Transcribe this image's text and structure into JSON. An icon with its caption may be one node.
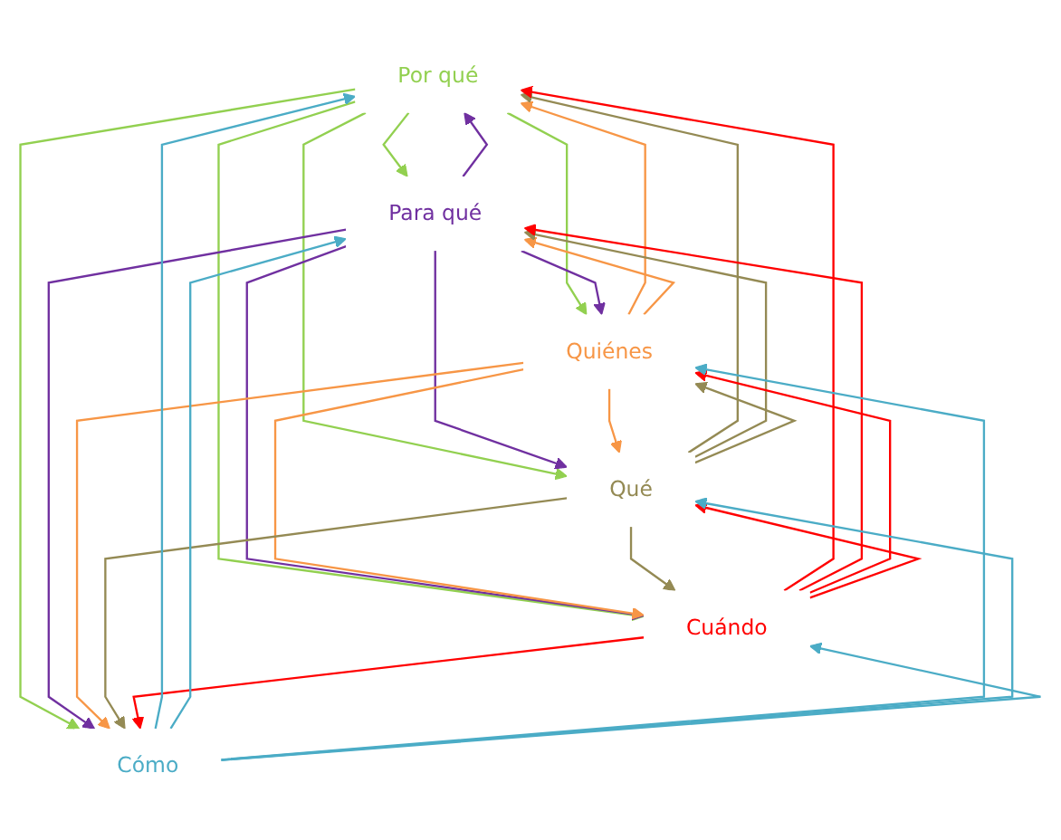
{
  "diagram": {
    "nodes": [
      {
        "text": [
          "Por qué"
        ]
      },
      {
        "text": [
          "Para qué"
        ]
      },
      {
        "text": [
          "Quiénes"
        ]
      },
      {
        "text": [
          "Qué"
        ]
      },
      {
        "text": [
          "Cuándo"
        ]
      },
      {
        "text": [
          "Cómo"
        ]
      }
    ],
    "edges": [
      {
        "from": 0,
        "to": 1,
        "arrow": "to",
        "color": "#92d050"
      },
      {
        "from": 0,
        "to": 2,
        "arrow": "to",
        "color": "#92d050"
      },
      {
        "from": 0,
        "to": 3,
        "arrow": "to",
        "color": "#92d050"
      },
      {
        "from": 0,
        "to": 4,
        "arrow": "to",
        "color": "#92d050"
      },
      {
        "from": 0,
        "to": 5,
        "arrow": "to",
        "color": "#92d050"
      },
      {
        "from": 1,
        "to": 0,
        "arrow": "to",
        "color": "#7030a0"
      },
      {
        "from": 1,
        "to": 2,
        "arrow": "to",
        "color": "#7030a0"
      },
      {
        "from": 1,
        "to": 3,
        "arrow": "to",
        "color": "#7030a0"
      },
      {
        "from": 1,
        "to": 4,
        "arrow": "to",
        "color": "#7030a0"
      },
      {
        "from": 1,
        "to": 5,
        "arrow": "to",
        "color": "#7030a0"
      },
      {
        "from": 2,
        "to": 0,
        "arrow": "to",
        "color": "#f79646"
      },
      {
        "from": 2,
        "to": 1,
        "arrow": "to",
        "color": "#f79646"
      },
      {
        "from": 2,
        "to": 3,
        "arrow": "to",
        "color": "#f79646"
      },
      {
        "from": 2,
        "to": 4,
        "arrow": "to",
        "color": "#f79646"
      },
      {
        "from": 2,
        "to": 5,
        "arrow": "to",
        "color": "#f79646"
      },
      {
        "from": 3,
        "to": 0,
        "arrow": "to",
        "color": "#948a54"
      },
      {
        "from": 3,
        "to": 1,
        "arrow": "to",
        "color": "#948a54"
      },
      {
        "from": 3,
        "to": 2,
        "arrow": "to",
        "color": "#948a54"
      },
      {
        "from": 3,
        "to": 4,
        "arrow": "to",
        "color": "#948a54"
      },
      {
        "from": 3,
        "to": 5,
        "arrow": "to",
        "color": "#948a54"
      },
      {
        "from": 4,
        "to": 0,
        "arrow": "to",
        "color": "#ff0000"
      },
      {
        "from": 4,
        "to": 1,
        "arrow": "to",
        "color": "#ff0000"
      },
      {
        "from": 4,
        "to": 2,
        "arrow": "to",
        "color": "#ff0000"
      },
      {
        "from": 4,
        "to": 3,
        "arrow": "to",
        "color": "#ff0000"
      },
      {
        "from": 4,
        "to": 5,
        "arrow": "to",
        "color": "#ff0000"
      },
      {
        "from": 5,
        "to": 0,
        "arrow": "to",
        "color": "#4bacc6"
      },
      {
        "from": 5,
        "to": 1,
        "arrow": "to",
        "color": "#4bacc6"
      },
      {
        "from": 5,
        "to": 2,
        "arrow": "to",
        "color": "#4bacc6"
      },
      {
        "from": 5,
        "to": 3,
        "arrow": "to",
        "color": "#4bacc6"
      },
      {
        "from": 5,
        "to": 4,
        "arrow": "to",
        "color": "#4bacc6"
      }
    ]
  }
}
